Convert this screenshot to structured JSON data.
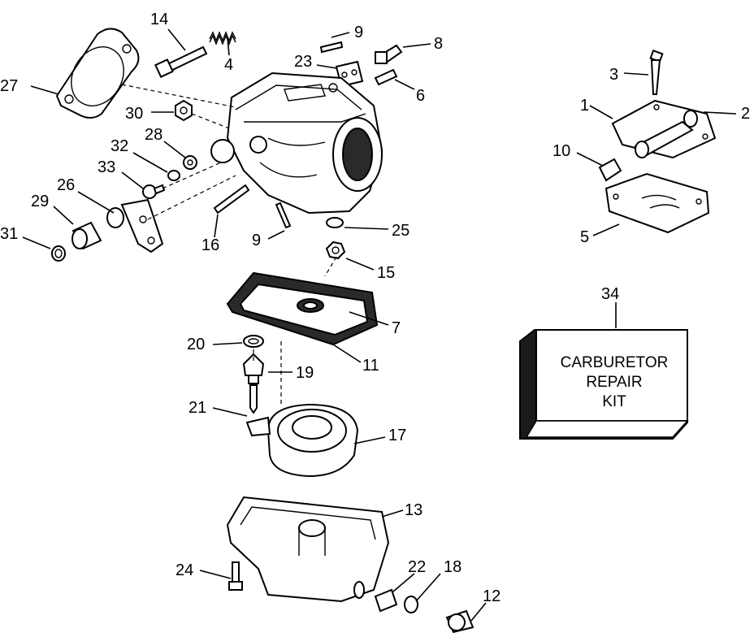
{
  "labels": {
    "l1": "1",
    "l2": "2",
    "l3": "3",
    "l4": "4",
    "l5": "5",
    "l6": "6",
    "l7": "7",
    "l8": "8",
    "l9a": "9",
    "l9b": "9",
    "l10": "10",
    "l11": "11",
    "l12": "12",
    "l13": "13",
    "l14": "14",
    "l15": "15",
    "l16": "16",
    "l17": "17",
    "l18": "18",
    "l19": "19",
    "l20": "20",
    "l21": "21",
    "l22": "22",
    "l23": "23",
    "l24": "24",
    "l25": "25",
    "l26": "26",
    "l27": "27",
    "l28": "28",
    "l29": "29",
    "l30": "30",
    "l31": "31",
    "l32": "32",
    "l33": "33",
    "l34": "34"
  },
  "kit": {
    "line1": "CARBURETOR",
    "line2": "REPAIR",
    "line3": "KIT"
  }
}
